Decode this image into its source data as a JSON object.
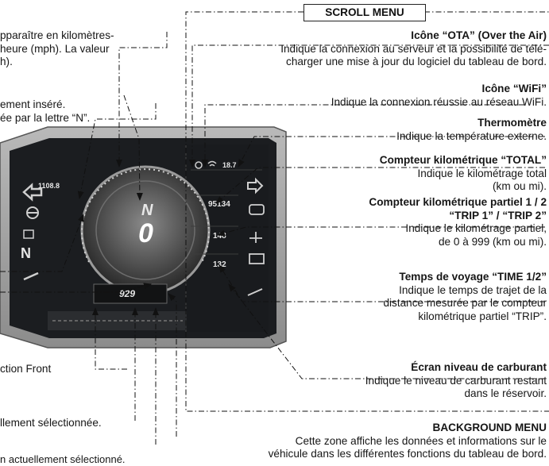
{
  "scroll_menu": {
    "title": "SCROLL MENU",
    "ota": {
      "heading": "Icône “OTA” (Over the Air)",
      "lines": [
        "Indique la connexion au serveur et la possibilité de télé-",
        "charger une mise à jour du logiciel du tableau de bord."
      ]
    },
    "wifi": {
      "heading": "Icône “WiFi”",
      "lines": [
        "Indique la connexion réussie au réseau WiFi."
      ]
    },
    "thermo": {
      "heading": "Thermomètre",
      "lines": [
        "Indique la température externe."
      ]
    },
    "total": {
      "heading": "Compteur kilométrique “TOTAL”",
      "lines": [
        "Indique le kilométrage total",
        "(km ou mi)."
      ]
    },
    "trip": {
      "heading_lines": [
        "Compteur kilométrique partiel 1 / 2",
        "“TRIP 1” / “TRIP 2”"
      ],
      "lines": [
        "Indique le kilométrage partiel,",
        "de 0 à 999 (km ou mi)."
      ]
    },
    "time": {
      "heading": "Temps de voyage “TIME 1/2”",
      "lines": [
        "Indique le temps de trajet de la",
        "distance mesurée par le compteur",
        "kilométrique partiel “TRIP”."
      ]
    },
    "fuel": {
      "heading": "Écran niveau de carburant",
      "lines": [
        "Indique le niveau de carburant restant",
        "dans le réservoir."
      ]
    }
  },
  "background_menu": {
    "heading": "BACKGROUND MENU",
    "lines": [
      "Cette zone affiche les données et informations sur le",
      "véhicule dans les différentes fonctions du tableau de bord."
    ]
  },
  "left_text": {
    "speed": [
      "pparaître en kilomètres-",
      " heure (mph). La valeur",
      "h)."
    ],
    "gear": [
      "ement inséré.",
      "ée par la lettre “N”."
    ],
    "front": "ction Front",
    "selected": "llement sélectionnée.",
    "current": "n actuellement sélectionné."
  },
  "dashboard": {
    "gear_letter": "N",
    "speed": "0",
    "odo_total": "95134",
    "trip": "148",
    "time": "132",
    "temp": "18.7",
    "left_value": "1108.8",
    "small_digits": "929",
    "left_gear": "N"
  }
}
